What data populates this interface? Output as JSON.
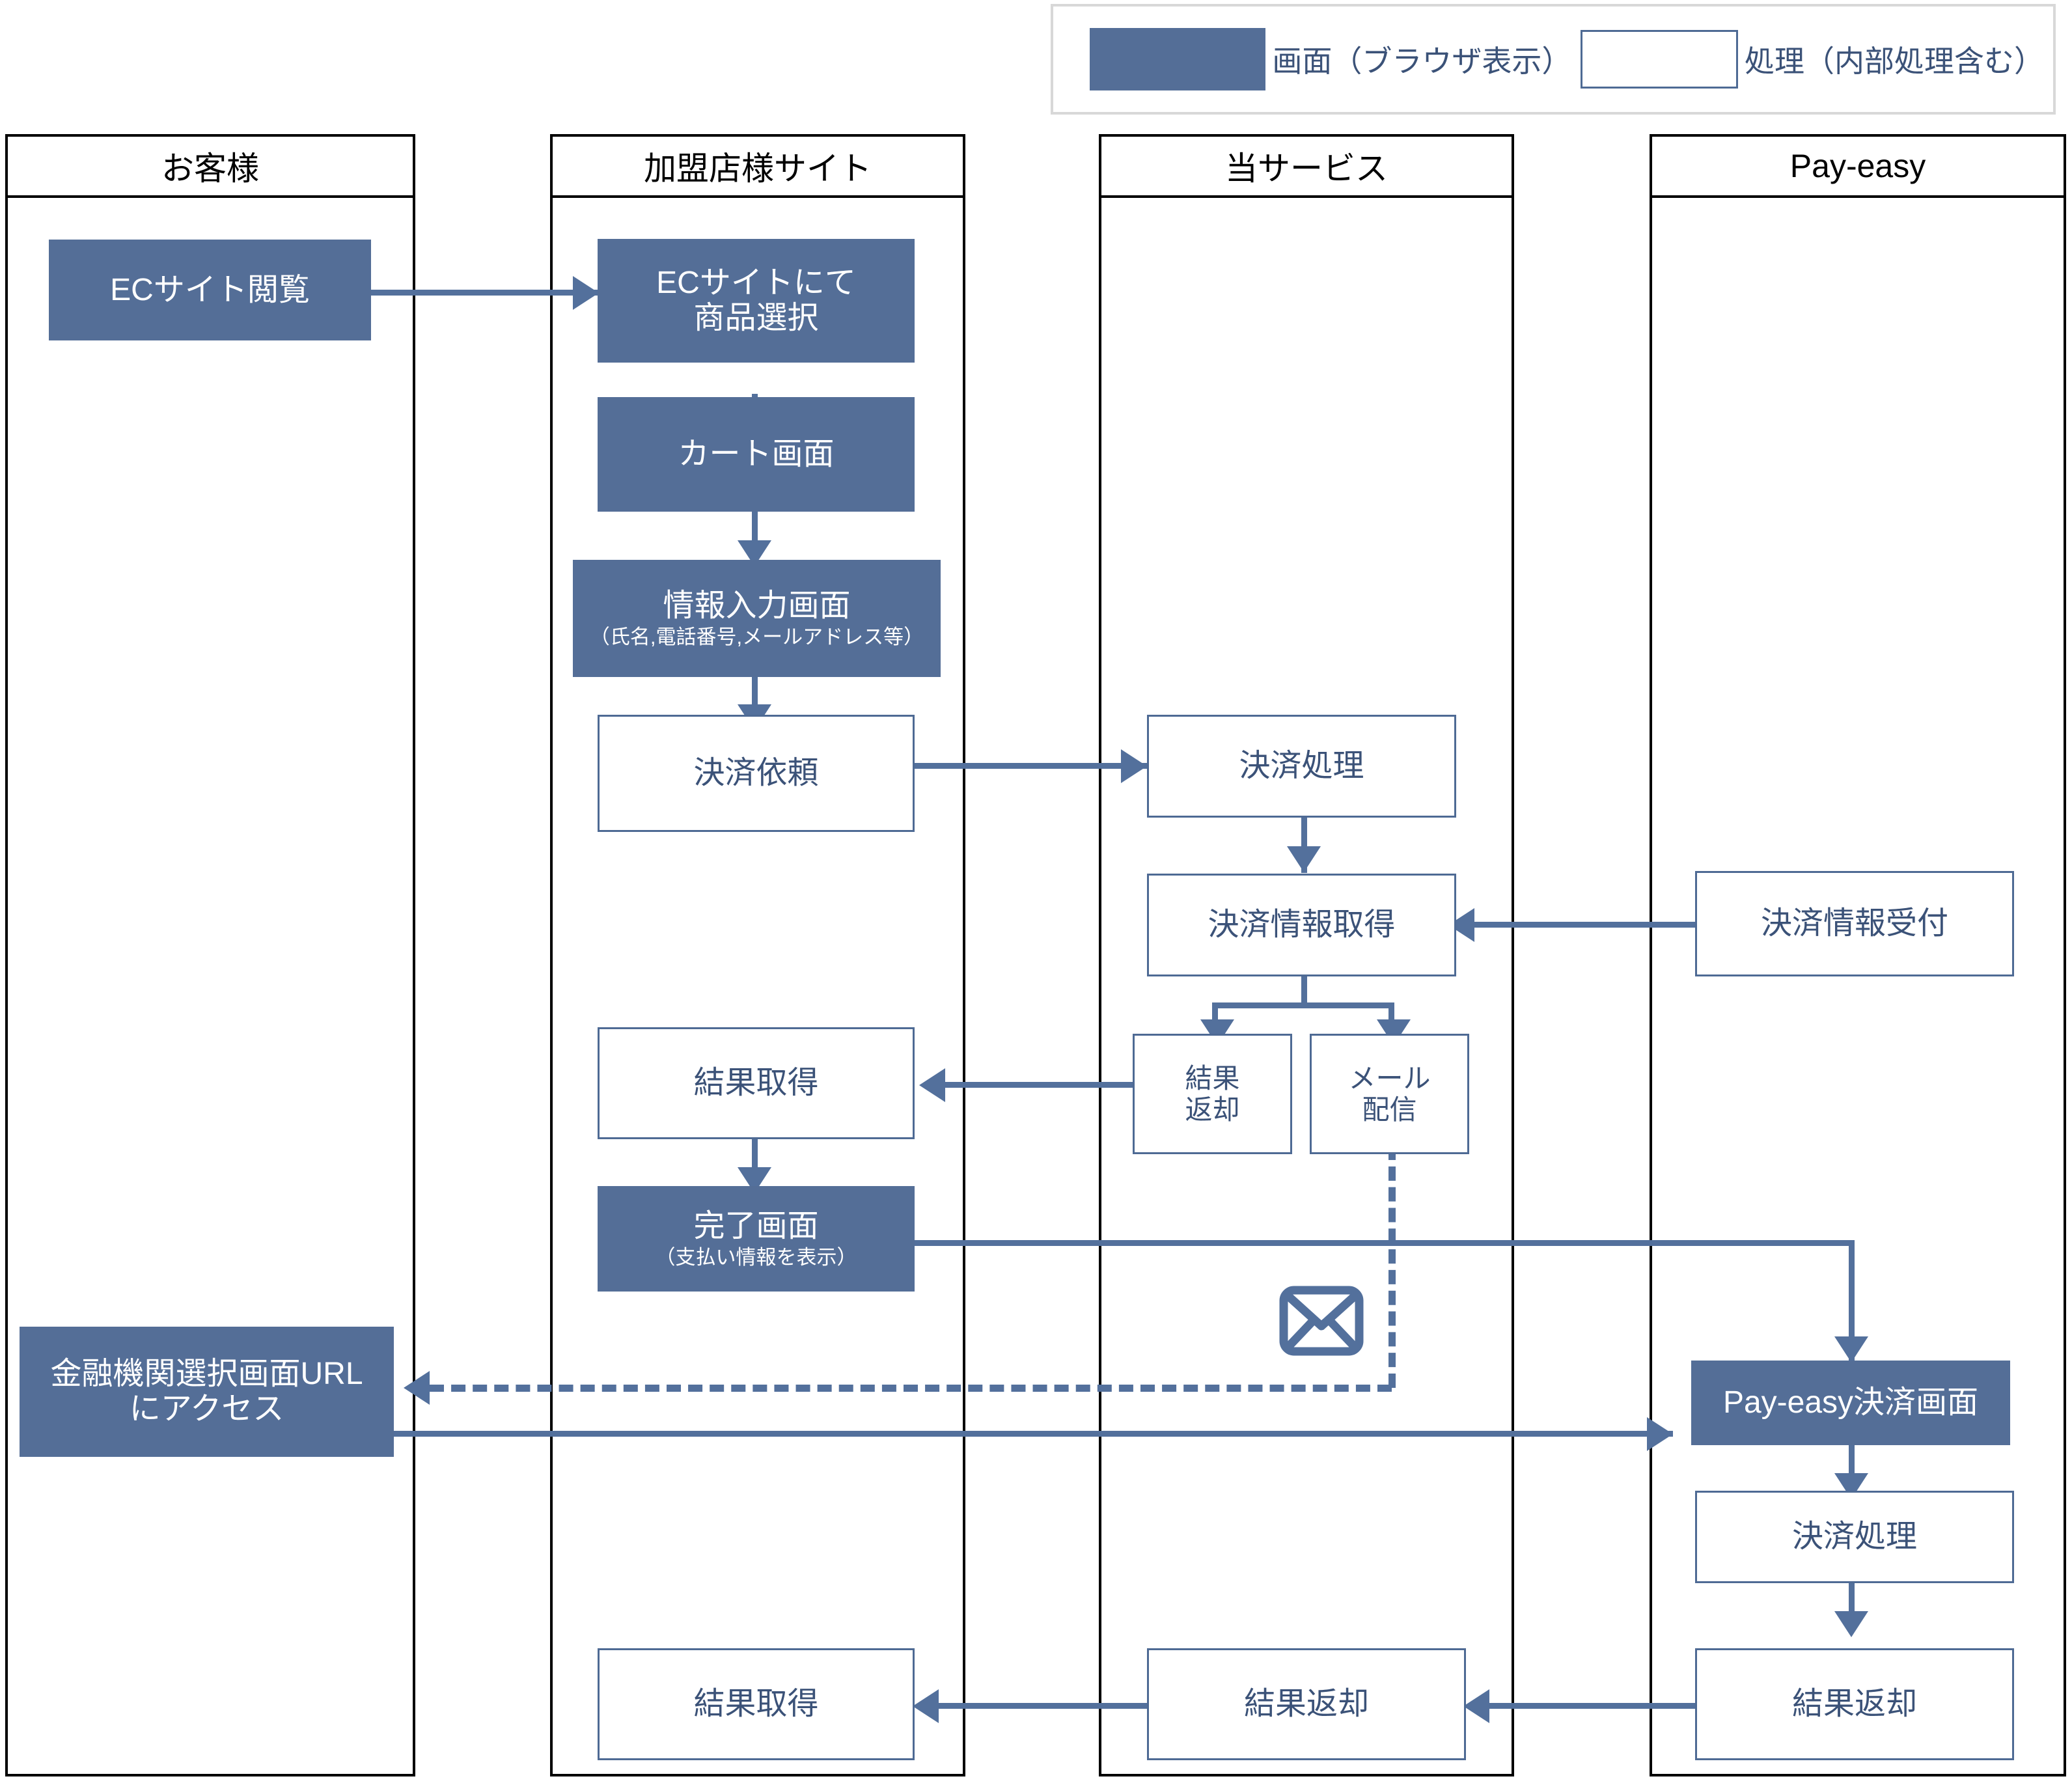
{
  "legend": {
    "screen_label": "画面（ブラウザ表示）",
    "process_label": "処理（内部処理含む）",
    "screen_color": "#546E97",
    "process_color": "#FFFFFF",
    "border_color": "#4E6A94"
  },
  "lanes": [
    {
      "id": "customer",
      "title": "お客様"
    },
    {
      "id": "merchant",
      "title": "加盟店様サイト"
    },
    {
      "id": "service",
      "title": "当サービス"
    },
    {
      "id": "payeasy",
      "title": "Pay-easy"
    }
  ],
  "nodes": {
    "ec_browse": {
      "line1": "ECサイト閲覧",
      "line2": "",
      "type": "screen"
    },
    "ec_select": {
      "line1": "ECサイトにて",
      "line2": "商品選択",
      "type": "screen"
    },
    "cart": {
      "line1": "カート画面",
      "line2": "",
      "type": "screen"
    },
    "info_input": {
      "line1": "情報入力画面",
      "line2": "（氏名,電話番号,メールアドレス等）",
      "type": "screen"
    },
    "payment_request": {
      "line1": "決済依頼",
      "line2": "",
      "type": "process"
    },
    "payment_process": {
      "line1": "決済処理",
      "line2": "",
      "type": "process"
    },
    "payment_info_get": {
      "line1": "決済情報取得",
      "line2": "",
      "type": "process"
    },
    "payment_info_rcv": {
      "line1": "決済情報受付",
      "line2": "",
      "type": "process"
    },
    "result_return_a": {
      "line1": "結果",
      "line2": "返却",
      "type": "process"
    },
    "mail_send": {
      "line1": "メール",
      "line2": "配信",
      "type": "process"
    },
    "result_get_a": {
      "line1": "結果取得",
      "line2": "",
      "type": "process"
    },
    "complete": {
      "line1": "完了画面",
      "line2": "（支払い情報を表示）",
      "type": "screen"
    },
    "bank_url_access": {
      "line1": "金融機関選択画面URL",
      "line2": "にアクセス",
      "type": "screen"
    },
    "payeasy_screen": {
      "line1": "Pay-easy決済画面",
      "line2": "",
      "type": "screen"
    },
    "payeasy_process": {
      "line1": "決済処理",
      "line2": "",
      "type": "process"
    },
    "payeasy_return": {
      "line1": "結果返却",
      "line2": "",
      "type": "process"
    },
    "result_return_b": {
      "line1": "結果返却",
      "line2": "",
      "type": "process"
    },
    "result_get_b": {
      "line1": "結果取得",
      "line2": "",
      "type": "process"
    }
  },
  "icons": {
    "mail": "envelope-icon"
  },
  "colors": {
    "connector": "#53709C",
    "lane_border": "#000000",
    "fill": "#546E97"
  }
}
